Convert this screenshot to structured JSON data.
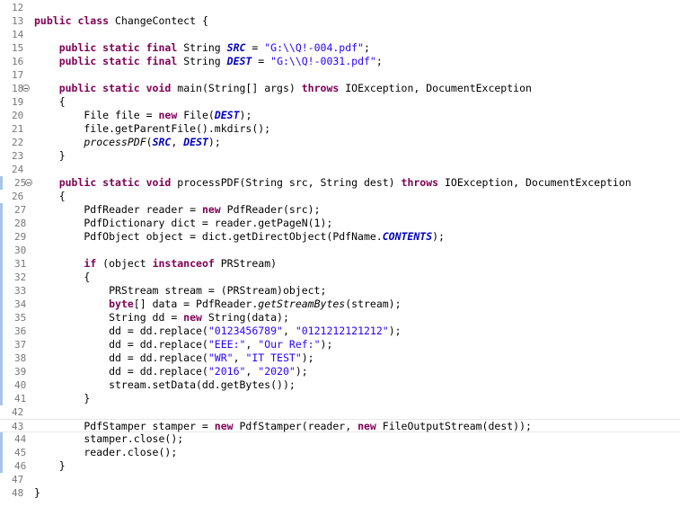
{
  "editor": {
    "lines": [
      {
        "num": "12",
        "toks": []
      },
      {
        "num": "13",
        "toks": [
          [
            "k",
            "public class "
          ],
          [
            "d",
            "ChangeContect {"
          ]
        ]
      },
      {
        "num": "14",
        "toks": []
      },
      {
        "num": "15",
        "toks": [
          [
            "d",
            "    "
          ],
          [
            "k",
            "public static final "
          ],
          [
            "d",
            "String "
          ],
          [
            "c",
            "SRC"
          ],
          [
            "d",
            " = "
          ],
          [
            "s",
            "\"G:\\\\Q!-004.pdf\""
          ],
          [
            "d",
            ";"
          ]
        ]
      },
      {
        "num": "16",
        "toks": [
          [
            "d",
            "    "
          ],
          [
            "k",
            "public static final "
          ],
          [
            "d",
            "String "
          ],
          [
            "c",
            "DEST"
          ],
          [
            "d",
            " = "
          ],
          [
            "s",
            "\"G:\\\\Q!-0031.pdf\""
          ],
          [
            "d",
            ";"
          ]
        ]
      },
      {
        "num": "17",
        "toks": []
      },
      {
        "num": "18",
        "fold": true,
        "toks": [
          [
            "d",
            "    "
          ],
          [
            "k",
            "public static void "
          ],
          [
            "d",
            "main(String[] args) "
          ],
          [
            "k",
            "throws "
          ],
          [
            "d",
            "IOException, DocumentException"
          ]
        ]
      },
      {
        "num": "19",
        "toks": [
          [
            "d",
            "    {"
          ]
        ]
      },
      {
        "num": "20",
        "toks": [
          [
            "d",
            "        File file = "
          ],
          [
            "k",
            "new "
          ],
          [
            "d",
            "File("
          ],
          [
            "c",
            "DEST"
          ],
          [
            "d",
            ");"
          ]
        ]
      },
      {
        "num": "21",
        "toks": [
          [
            "d",
            "        file.getParentFile().mkdirs();"
          ]
        ]
      },
      {
        "num": "22",
        "toks": [
          [
            "d",
            "        "
          ],
          [
            "m",
            "processPDF"
          ],
          [
            "d",
            "("
          ],
          [
            "c",
            "SRC"
          ],
          [
            "d",
            ", "
          ],
          [
            "c",
            "DEST"
          ],
          [
            "d",
            ");"
          ]
        ]
      },
      {
        "num": "23",
        "toks": [
          [
            "d",
            "    }"
          ]
        ]
      },
      {
        "num": "24",
        "toks": []
      },
      {
        "num": "25",
        "fold": true,
        "changed": true,
        "toks": [
          [
            "d",
            "    "
          ],
          [
            "k",
            "public static void "
          ],
          [
            "d",
            "processPDF(String src, String dest) "
          ],
          [
            "k",
            "throws "
          ],
          [
            "d",
            "IOException, DocumentException"
          ]
        ]
      },
      {
        "num": "26",
        "toks": [
          [
            "d",
            "    {"
          ]
        ]
      },
      {
        "num": "27",
        "changed": true,
        "toks": [
          [
            "d",
            "        PdfReader reader = "
          ],
          [
            "k",
            "new "
          ],
          [
            "d",
            "PdfReader(src);"
          ]
        ]
      },
      {
        "num": "28",
        "changed": true,
        "toks": [
          [
            "d",
            "        PdfDictionary dict = reader.getPageN(1);"
          ]
        ]
      },
      {
        "num": "29",
        "changed": true,
        "toks": [
          [
            "d",
            "        PdfObject object = dict.getDirectObject(PdfName."
          ],
          [
            "c",
            "CONTENTS"
          ],
          [
            "d",
            ");"
          ]
        ]
      },
      {
        "num": "30",
        "changed": true,
        "toks": []
      },
      {
        "num": "31",
        "changed": true,
        "toks": [
          [
            "d",
            "        "
          ],
          [
            "k",
            "if "
          ],
          [
            "d",
            "(object "
          ],
          [
            "k",
            "instanceof "
          ],
          [
            "d",
            "PRStream)"
          ]
        ]
      },
      {
        "num": "32",
        "changed": true,
        "toks": [
          [
            "d",
            "        {"
          ]
        ]
      },
      {
        "num": "33",
        "changed": true,
        "toks": [
          [
            "d",
            "            PRStream stream = (PRStream)object;"
          ]
        ]
      },
      {
        "num": "34",
        "changed": true,
        "toks": [
          [
            "d",
            "            "
          ],
          [
            "k",
            "byte"
          ],
          [
            "d",
            "[] data = PdfReader."
          ],
          [
            "m",
            "getStreamBytes"
          ],
          [
            "d",
            "(stream);"
          ]
        ]
      },
      {
        "num": "35",
        "changed": true,
        "toks": [
          [
            "d",
            "            String dd = "
          ],
          [
            "k",
            "new "
          ],
          [
            "d",
            "String(data);"
          ]
        ]
      },
      {
        "num": "36",
        "changed": true,
        "toks": [
          [
            "d",
            "            dd = dd.replace("
          ],
          [
            "s",
            "\"0123456789\""
          ],
          [
            "d",
            ", "
          ],
          [
            "s",
            "\"0121212121212\""
          ],
          [
            "d",
            ");"
          ]
        ]
      },
      {
        "num": "37",
        "changed": true,
        "toks": [
          [
            "d",
            "            dd = dd.replace("
          ],
          [
            "s",
            "\"EEE:\""
          ],
          [
            "d",
            ", "
          ],
          [
            "s",
            "\"Our Ref:\""
          ],
          [
            "d",
            ");"
          ]
        ]
      },
      {
        "num": "38",
        "changed": true,
        "toks": [
          [
            "d",
            "            dd = dd.replace("
          ],
          [
            "s",
            "\"WR\""
          ],
          [
            "d",
            ", "
          ],
          [
            "s",
            "\"IT TEST\""
          ],
          [
            "d",
            ");"
          ]
        ]
      },
      {
        "num": "39",
        "changed": true,
        "toks": [
          [
            "d",
            "            dd = dd.replace("
          ],
          [
            "s",
            "\"2016\""
          ],
          [
            "d",
            ", "
          ],
          [
            "s",
            "\"2020\""
          ],
          [
            "d",
            ");"
          ]
        ]
      },
      {
        "num": "40",
        "changed": true,
        "toks": [
          [
            "d",
            "            stream.setData(dd.getBytes());"
          ]
        ]
      },
      {
        "num": "41",
        "changed": true,
        "toks": [
          [
            "d",
            "        }"
          ]
        ]
      },
      {
        "num": "42",
        "toks": []
      },
      {
        "num": "43",
        "current": true,
        "toks": [
          [
            "d",
            "        PdfStamper stamper = "
          ],
          [
            "k",
            "new "
          ],
          [
            "d",
            "PdfStamper(reader, "
          ],
          [
            "k",
            "new "
          ],
          [
            "d",
            "FileOutputStream(dest));"
          ]
        ]
      },
      {
        "num": "44",
        "changed": true,
        "toks": [
          [
            "d",
            "        stamper.close();"
          ]
        ]
      },
      {
        "num": "45",
        "changed": true,
        "toks": [
          [
            "d",
            "        reader.close();"
          ]
        ]
      },
      {
        "num": "46",
        "changed": true,
        "toks": [
          [
            "d",
            "    }"
          ]
        ]
      },
      {
        "num": "47",
        "toks": []
      },
      {
        "num": "48",
        "toks": [
          [
            "d",
            "}"
          ]
        ]
      }
    ]
  },
  "colors": {
    "keyword": "#7f0055",
    "string": "#2a00ff",
    "constant": "#0000c0",
    "line_number": "#787878",
    "change_bar": "#a8c4e8"
  }
}
